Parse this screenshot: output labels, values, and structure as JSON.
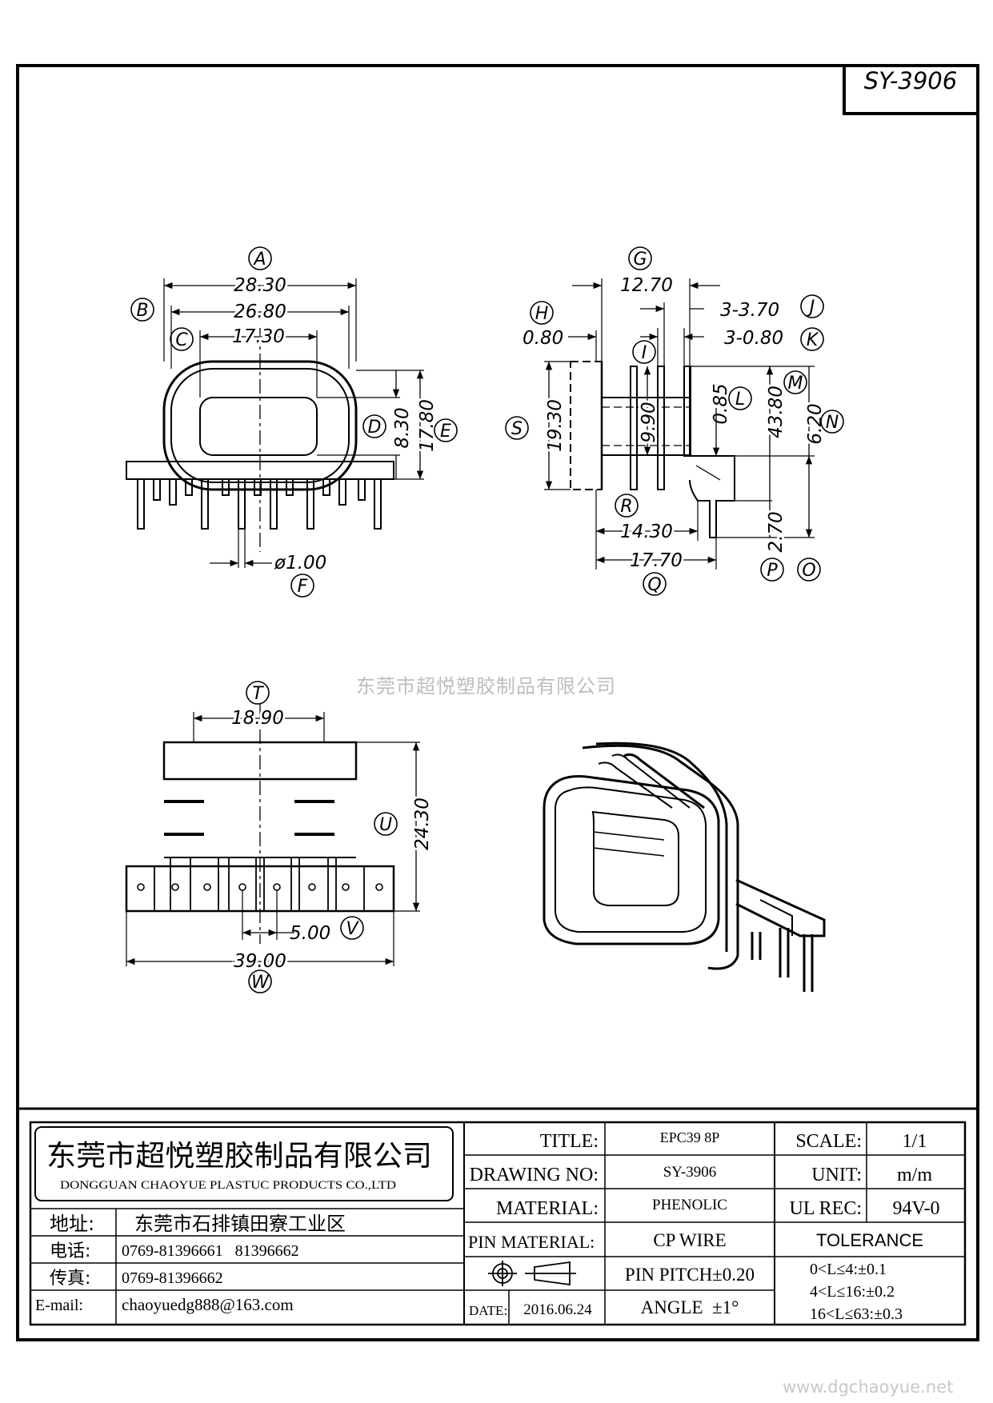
{
  "drawing_id": "SY-3906",
  "watermark": "东莞市超悦塑胶制品有限公司",
  "website": "www.dgchaoyue.net",
  "dimensions": [
    {
      "letter": "A",
      "value": "28.30"
    },
    {
      "letter": "B",
      "value": "26.80"
    },
    {
      "letter": "C",
      "value": "17.30"
    },
    {
      "letter": "D",
      "value": "8.30"
    },
    {
      "letter": "E",
      "value": "17.80"
    },
    {
      "letter": "F",
      "value": "ø1.00"
    },
    {
      "letter": "G",
      "value": "12.70"
    },
    {
      "letter": "H",
      "value": "0.80"
    },
    {
      "letter": "I",
      "value": "9.90"
    },
    {
      "letter": "J",
      "value": "3-3.70"
    },
    {
      "letter": "K",
      "value": "3-0.80"
    },
    {
      "letter": "L",
      "value": "0.85"
    },
    {
      "letter": "M",
      "value": "43.80"
    },
    {
      "letter": "N",
      "value": "6.20"
    },
    {
      "letter": "O",
      "value": ""
    },
    {
      "letter": "P",
      "value": "2.70"
    },
    {
      "letter": "Q",
      "value": "17.70"
    },
    {
      "letter": "R",
      "value": "14.30"
    },
    {
      "letter": "S",
      "value": "19.30"
    },
    {
      "letter": "T",
      "value": "18.90"
    },
    {
      "letter": "U",
      "value": "24.30"
    },
    {
      "letter": "V",
      "value": "5.00"
    },
    {
      "letter": "W",
      "value": "39.00"
    }
  ],
  "title_block": {
    "company_cn": "东莞市超悦塑胶制品有限公司",
    "company_en": "DONGGUAN CHAOYUE PLASTUC PRODUCTS CO.,LTD",
    "address_label": "地址:",
    "address": "东莞市石排镇田寮工业区",
    "phone_label": "电话:",
    "phone": "0769-81396661   81396662",
    "fax_label": "传真:",
    "fax": "0769-81396662",
    "email_label": "E-mail:",
    "email": "chaoyuedg888@163.com",
    "title_label": "TITLE:",
    "title": "EPC39 8P",
    "drawing_no_label": "DRAWING NO:",
    "drawing_no": "SY-3906",
    "material_label": "MATERIAL:",
    "material": "PHENOLIC",
    "pin_material_label": "PIN MATERIAL:",
    "pin_material": "CP WIRE",
    "pin_pitch": "PIN PITCH±0.20",
    "date_label": "DATE:",
    "date": "2016.06.24",
    "angle": "ANGLE  ±1°",
    "scale_label": "SCALE:",
    "scale": "1/1",
    "unit_label": "UNIT:",
    "unit": "m/m",
    "ul_label": "UL REC:",
    "ul": "94V-0",
    "tolerance_label": "TOLERANCE",
    "tolerances": [
      "0<L≤4:±0.1",
      "4<L≤16:±0.2",
      "16<L≤63:±0.3"
    ]
  }
}
